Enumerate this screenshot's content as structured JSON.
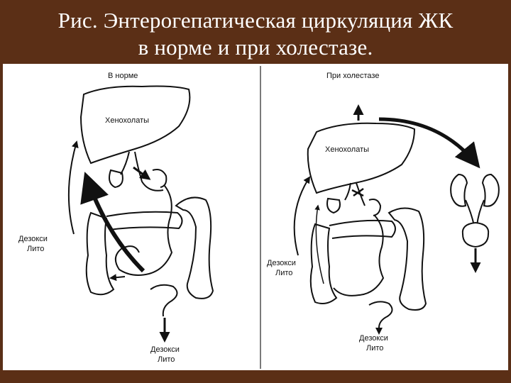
{
  "title": {
    "line1": "Рис.  Энтерогепатическая циркуляция ЖК",
    "line2": "в норме и при холестазе."
  },
  "left_panel": {
    "heading": "В норме",
    "liver_label": "Хенохолаты",
    "side_label_1": "Дезокси",
    "side_label_2": "Лито",
    "bottom_label_1": "Дезокси",
    "bottom_label_2": "Лито"
  },
  "right_panel": {
    "heading": "При холестазе",
    "liver_label": "Хенохолаты",
    "side_label_1": "Дезокси",
    "side_label_2": "Лито",
    "bottom_label_1": "Дезокси",
    "bottom_label_2": "Лито"
  },
  "colors": {
    "header_bg": "#5b2f16",
    "panel_bg": "#ffffff",
    "line": "#111111"
  }
}
